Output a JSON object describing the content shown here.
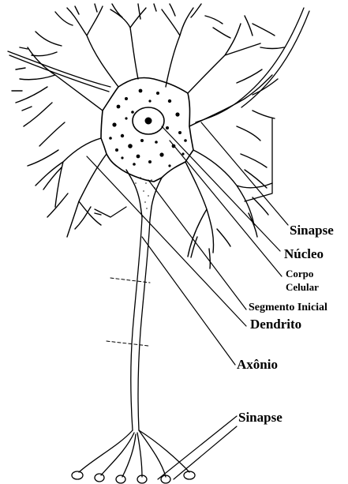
{
  "labels": {
    "sinapse_top": "Sinapse",
    "nucleo": "Núcleo",
    "corpo_line1": "Corpo",
    "corpo_line2": "Celular",
    "segmento_inicial": "Segmento Inicial",
    "dendrito": "Dendrito",
    "axonio": "Axônio",
    "sinapse_bottom": "Sinapse"
  },
  "colors": {
    "ink": "#000000",
    "background": "#ffffff"
  }
}
